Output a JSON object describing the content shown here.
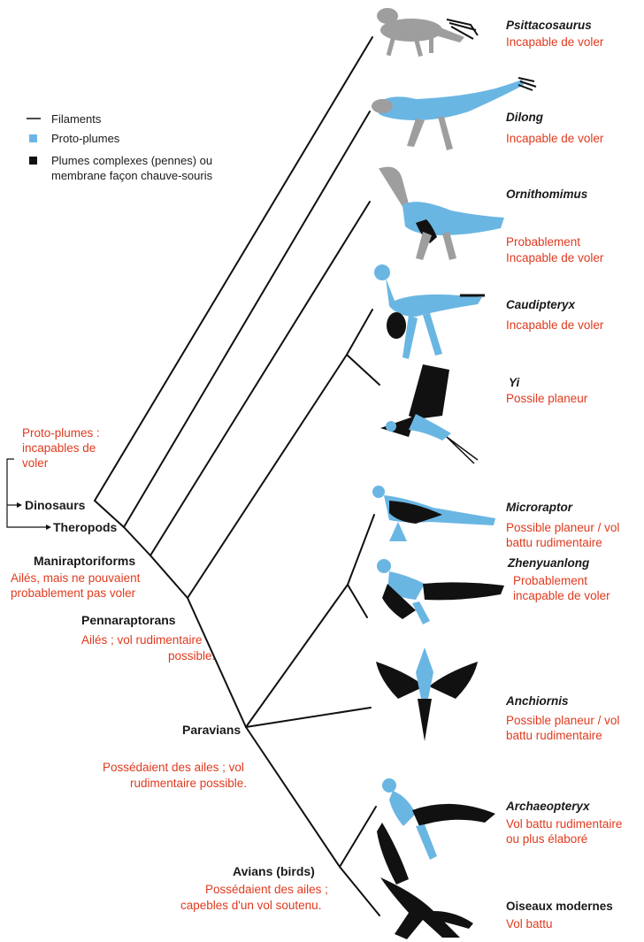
{
  "legend": {
    "filaments": "Filaments",
    "proto": "Proto-plumes",
    "complex_1": "Plumes complexes (pennes) ou",
    "complex_2": "membrane façon chauve-souris",
    "proto_color": "#6ab6e3",
    "complex_color": "#111111",
    "filament_color": "#9e9e9e"
  },
  "taxa": [
    {
      "name": "Psittacosaurus",
      "desc": [
        "Incapable de voler"
      ]
    },
    {
      "name": "Dilong",
      "desc": [
        "Incapable de voler"
      ]
    },
    {
      "name": "Ornithomimus",
      "desc": [
        "Probablement",
        "Incapable de voler"
      ]
    },
    {
      "name": "Caudipteryx",
      "desc": [
        "Incapable de voler"
      ]
    },
    {
      "name": "Yi",
      "desc": [
        "Possile planeur"
      ]
    },
    {
      "name": "Microraptor",
      "desc": [
        "Possible planeur / vol",
        "battu rudimentaire"
      ]
    },
    {
      "name": "Zhenyuanlong",
      "desc": [
        "Probablement",
        "incapable de voler"
      ]
    },
    {
      "name": "Anchiornis",
      "desc": [
        "Possible planeur / vol",
        "battu rudimentaire"
      ]
    },
    {
      "name": "Archaeopteryx",
      "desc": [
        "Vol battu rudimentaire",
        "ou plus élaboré"
      ]
    },
    {
      "name": "Oiseaux modernes",
      "desc": [
        "Vol battu"
      ]
    }
  ],
  "nodes": {
    "proto_note": [
      "Proto-plumes :",
      "incapables de",
      "voler"
    ],
    "dinosaurs": "Dinosaurs",
    "theropods": "Theropods",
    "maniraptoriforms": "Maniraptoriforms",
    "maniraptoriforms_note": [
      "Ailés, mais ne pouvaient",
      "probablement pas voler"
    ],
    "pennaraptorans": "Pennaraptorans",
    "pennaraptorans_note": [
      "Ailés ; vol rudimentaire",
      "possible."
    ],
    "paravians": "Paravians",
    "paravians_note": [
      "Possédaient des ailes ; vol",
      "rudimentaire possible."
    ],
    "avians": "Avians (birds)",
    "avians_note": [
      "Possédaient des ailes ;",
      "capebles d'un vol soutenu."
    ]
  }
}
